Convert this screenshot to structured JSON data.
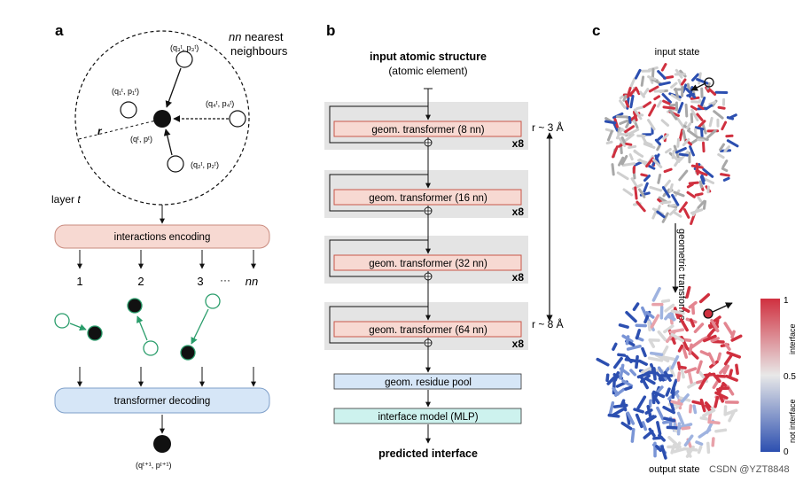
{
  "panels": {
    "a": {
      "letter": "a",
      "nn_label_italic": "nn",
      "nn_label_rest": " nearest",
      "nn_label_line2": "neighbours",
      "radius_label": "r",
      "layer_label": "layer ",
      "layer_var": "t",
      "center_node_label": "(q",
      "neighbour_labels": [
        "(q₁ᵗ, p₁ᵗ)",
        "(q₃ᵗ, p₃ᵗ)",
        "(q₄ᵗ, p₄ᵗ)",
        "(q₂ᵗ, p₂ᵗ)"
      ],
      "center_label": "(qᵗ, pᵗ)",
      "encoding_label": "interactions encoding",
      "indices": [
        "1",
        "2",
        "3",
        "···",
        "nn"
      ],
      "decoding_label": "transformer decoding",
      "output_label": "(qᵗ⁺¹, pᵗ⁺¹)",
      "colors": {
        "encoding_fill": "#f7d9d2",
        "encoding_stroke": "#c98a7e",
        "decoding_fill": "#d6e6f7",
        "decoding_stroke": "#7e9fc9",
        "green": "#2a9d6b"
      }
    },
    "b": {
      "letter": "b",
      "input_title": "input atomic structure",
      "input_sub": "(atomic element)",
      "blocks": [
        {
          "label": "geom. transformer (8 nn)",
          "repeat": "x8"
        },
        {
          "label": "geom. transformer (16 nn)",
          "repeat": "x8"
        },
        {
          "label": "geom. transformer (32 nn)",
          "repeat": "x8"
        },
        {
          "label": "geom. transformer (64 nn)",
          "repeat": "x8"
        }
      ],
      "range_top": "r ~ 3 Å",
      "range_bottom": "r ~ 8 Å",
      "pool_label": "geom. residue pool",
      "mlp_label": "interface model (MLP)",
      "output_title": "predicted interface",
      "colors": {
        "block_bg": "#e4e4e4",
        "transformer_fill": "#f7d9d2",
        "transformer_stroke": "#c9574a",
        "pool_fill": "#d6e6f7",
        "mlp_fill": "#cdf2ee"
      }
    },
    "c": {
      "letter": "c",
      "input_state": "input state",
      "arrow_label": "geometric transformer",
      "output_state": "output state",
      "colorbar_ticks": [
        "1",
        "0.5",
        "0"
      ],
      "colorbar_top_label": "interface",
      "colorbar_bottom_label": "not interface",
      "watermark": "CSDN @YZT8848",
      "colors": {
        "red": "#d0303f",
        "blue": "#2c4fb0",
        "white": "#e8e8e8"
      }
    }
  }
}
